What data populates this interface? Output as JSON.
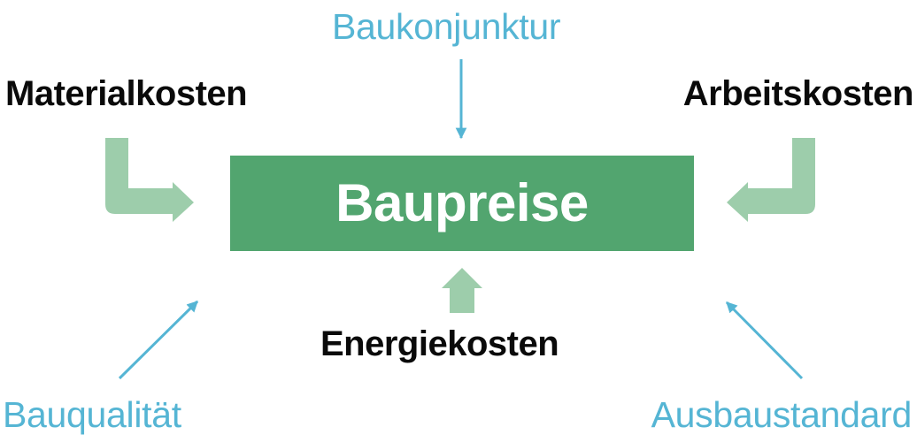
{
  "colors": {
    "center_fill": "#52a56f",
    "center_text": "#ffffff",
    "major_arrow": "#9dcdab",
    "minor_arrow": "#55b5d4",
    "primary_text": "#0a0a0a",
    "secondary_text": "#55b5d4"
  },
  "center": {
    "label": "Baupreise"
  },
  "factors": {
    "baukonjunktur": "Baukonjunktur",
    "materialkosten": "Materialkosten",
    "arbeitskosten": "Arbeitskosten",
    "energiekosten": "Energiekosten",
    "bauqualitaet": "Bauqualität",
    "ausbaustandard": "Ausbaustandard"
  }
}
